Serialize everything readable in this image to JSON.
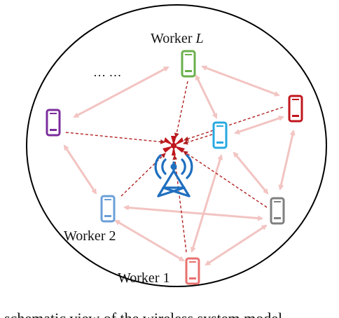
{
  "labels": {
    "worker_l_prefix": "Worker ",
    "worker_l_var": "L",
    "worker_2": "Worker 2",
    "worker_1": "Worker 1",
    "ellipsis": "… …"
  },
  "caption": "schematic view of the wireless system model",
  "colors": {
    "arrow": "#f2c4c2",
    "dashed": "#b22222",
    "tower": "#1f6fbf",
    "circle": "#000000",
    "worker_l": "#6ab04c",
    "worker_red": "#c0161d",
    "worker_purple": "#7b2d9c",
    "worker_cyan": "#27a9e1",
    "worker_2": "#6a9fd8",
    "worker_gray": "#7f7f7f",
    "worker_1": "#e8716f"
  }
}
